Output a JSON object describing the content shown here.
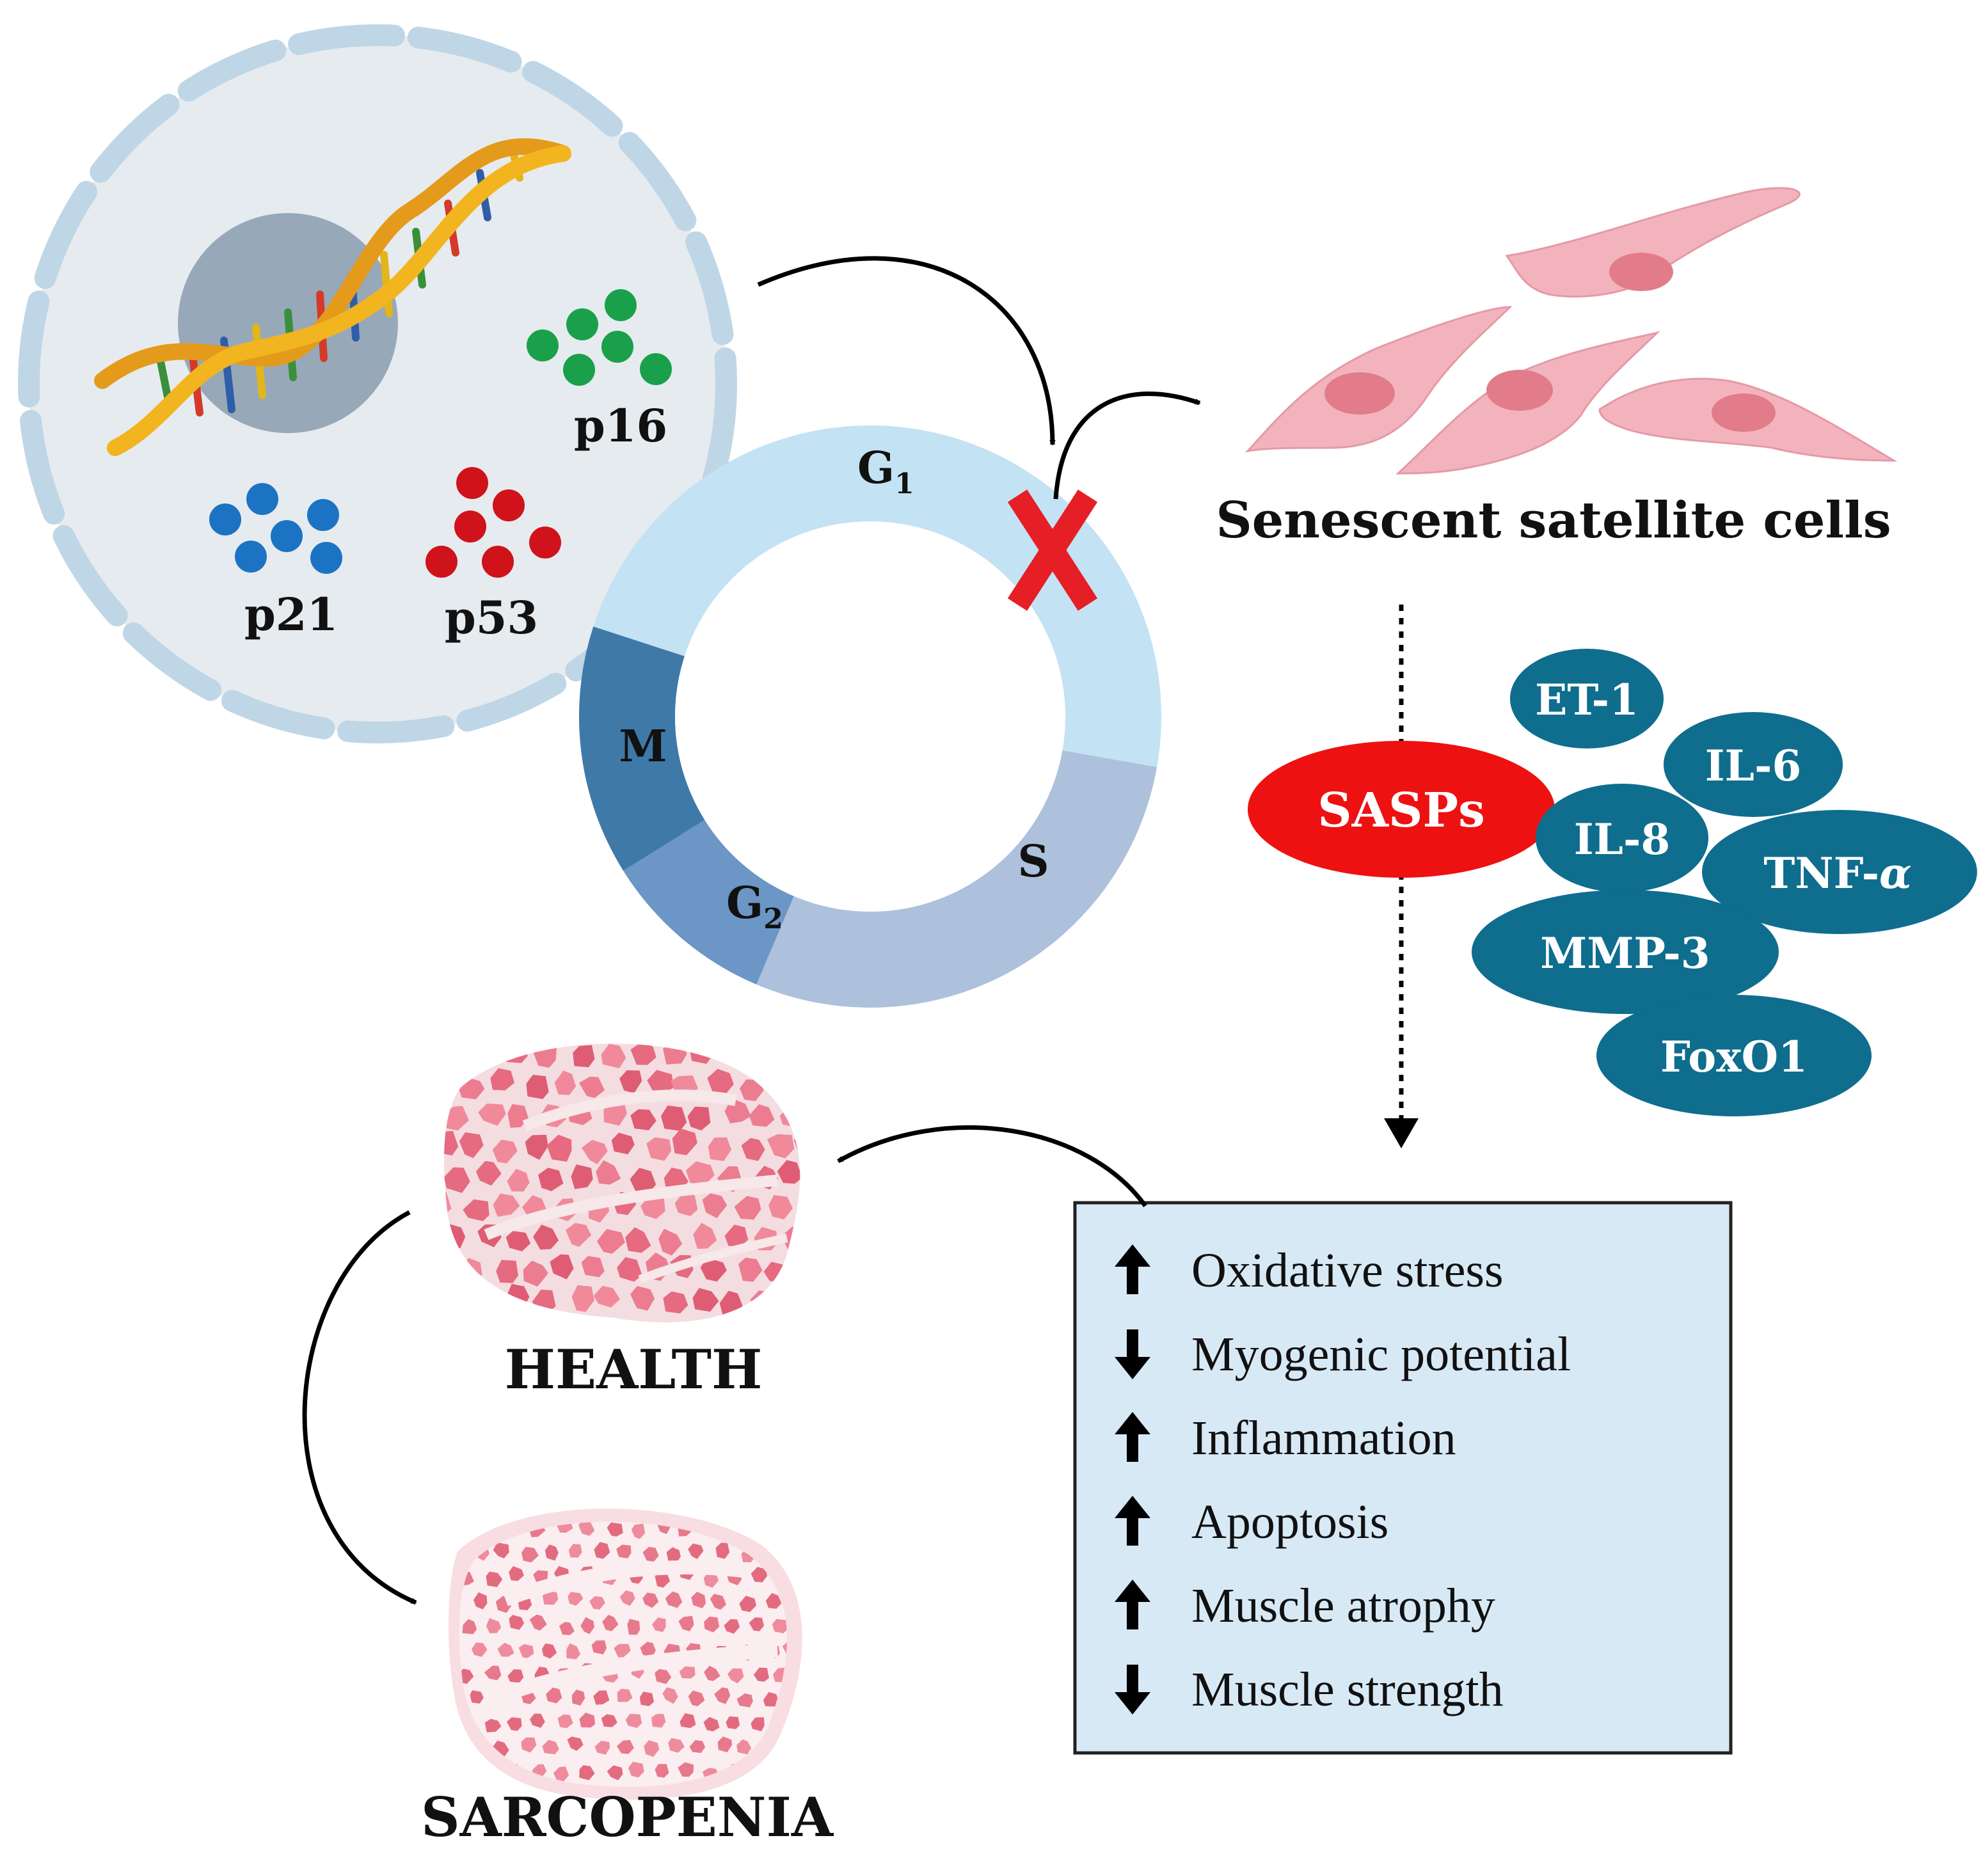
{
  "cell": {
    "markers": {
      "p16": "p16",
      "p21": "p21",
      "p53": "p53"
    },
    "marker_colors": {
      "p16": "#1aa04a",
      "p21": "#1c73c4",
      "p53": "#d0121b"
    }
  },
  "cell_cycle": {
    "phases": {
      "g1": "G",
      "g1_sub": "1",
      "s": "S",
      "g2": "G",
      "g2_sub": "2",
      "m": "M"
    },
    "block_color": "#e61e25"
  },
  "senescent": {
    "label": "Senescent satellite cells"
  },
  "sasp": {
    "label": "SASPs",
    "factors": {
      "et1": "ET-1",
      "il6": "IL-6",
      "il8": "IL-8",
      "tnf": "TNF-",
      "tnf_alpha": "α",
      "mmp3": "MMP-3",
      "foxo1": "FoxO1"
    },
    "colors": {
      "sasp": "#ee1111",
      "factors": "#0f6d8e"
    }
  },
  "effects": {
    "items": [
      {
        "direction": "up",
        "text": "Oxidative stress"
      },
      {
        "direction": "down",
        "text": "Myogenic potential"
      },
      {
        "direction": "up",
        "text": "Inflammation"
      },
      {
        "direction": "up",
        "text": "Apoptosis"
      },
      {
        "direction": "up",
        "text": "Muscle atrophy"
      },
      {
        "direction": "down",
        "text": "Muscle strength"
      }
    ]
  },
  "muscle": {
    "health": "HEALTH",
    "sarcopenia": "SARCOPENIA"
  }
}
